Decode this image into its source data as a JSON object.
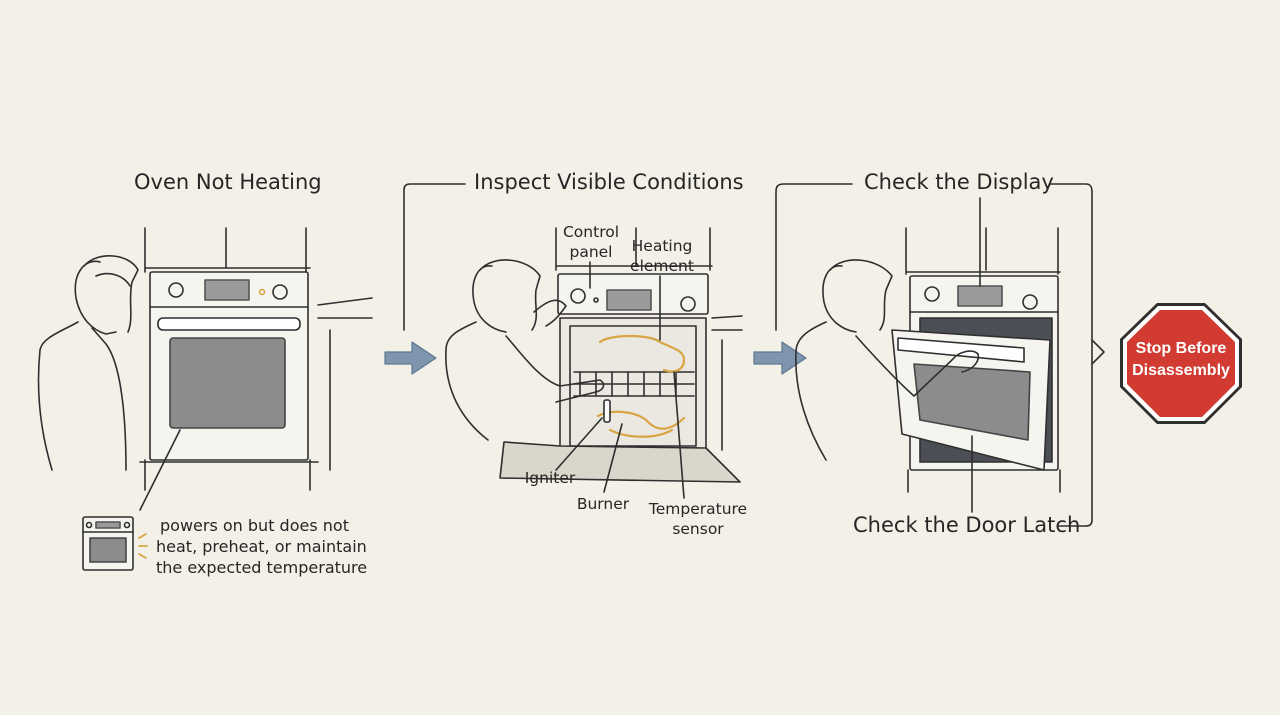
{
  "colors": {
    "background": "#f3f0e8",
    "ink": "#2f2f2f",
    "arrow": "#7e95ad",
    "highlight": "#d9a444",
    "stop": "#d23b32"
  },
  "steps": [
    {
      "title": "Oven Not Heating"
    },
    {
      "title": "Inspect Visible Conditions"
    },
    {
      "title": "Check the Display"
    }
  ],
  "symptom": {
    "lines": [
      "powers on but does not",
      "heat, preheat, or maintain",
      "the expected temperature"
    ]
  },
  "components": {
    "control_panel": [
      "Control",
      "panel"
    ],
    "heating_element": [
      "Heating",
      "element"
    ],
    "igniter": "Igniter",
    "burner": "Burner",
    "temperature_sensor": [
      "Temperature",
      "sensor"
    ]
  },
  "door_latch": "Check the Door Latch",
  "stop_sign": {
    "lines": [
      "Stop Before",
      "Disassembly"
    ]
  },
  "icons": [
    "person-icon",
    "wall-oven-icon",
    "small-oven-icon",
    "right-arrow-icon",
    "stop-sign-icon"
  ]
}
